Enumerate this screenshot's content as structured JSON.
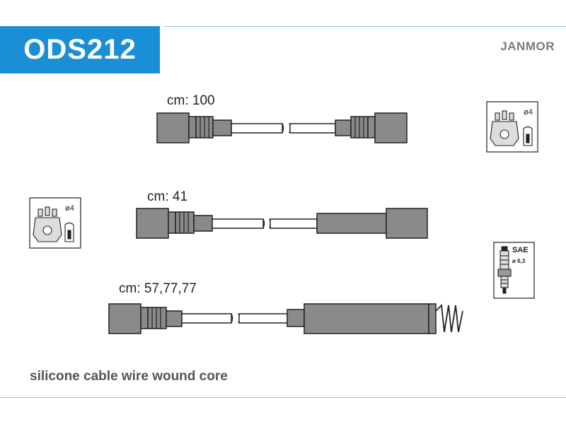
{
  "product_code": "ODS212",
  "brand": "JANMOR",
  "cables": [
    {
      "label": "cm: 100"
    },
    {
      "label": "cm: 41"
    },
    {
      "label": "cm: 57,77,77"
    }
  ],
  "icons": {
    "distributor_top": {
      "name": "distributor-cap-icon",
      "diameter": "ø4"
    },
    "distributor_left": {
      "name": "distributor-cap-icon",
      "diameter": "ø4"
    },
    "spark_plug": {
      "name": "spark-plug-icon",
      "standard": "SAE",
      "diameter": "ø 6,3"
    }
  },
  "footer_text": "silicone cable wire wound core",
  "colors": {
    "badge_blue": "#1a8fd6",
    "connector_gray": "#8a8a8a",
    "outline": "#222222"
  }
}
